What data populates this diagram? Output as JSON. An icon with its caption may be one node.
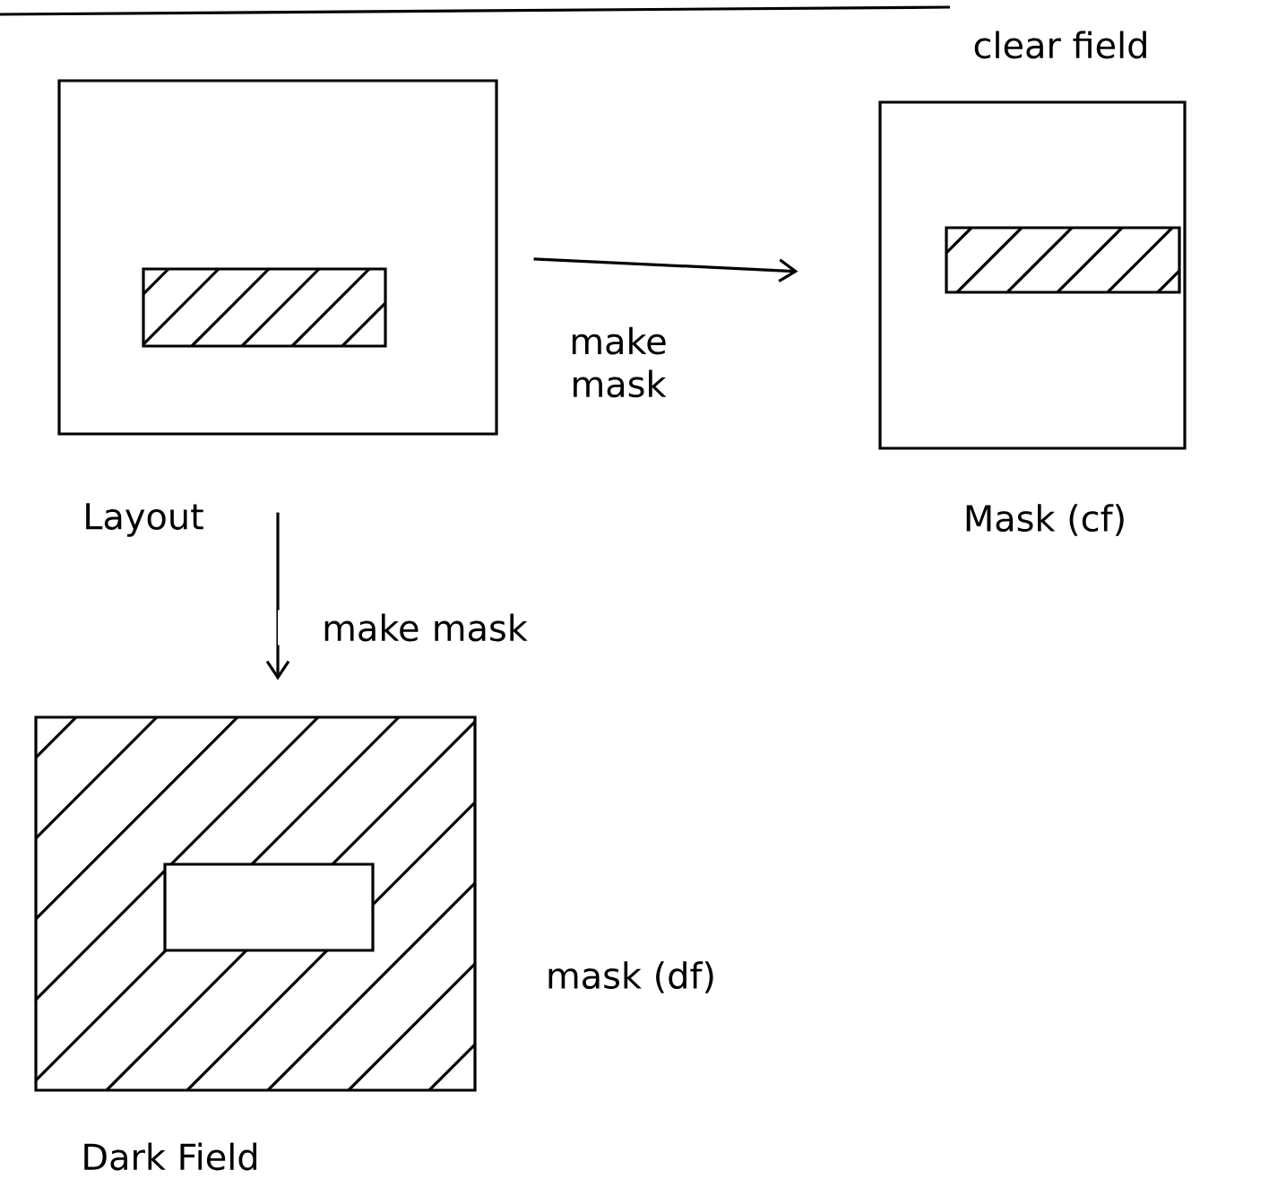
{
  "diagram": {
    "nodes": [
      {
        "text": [
          "Layout"
        ]
      },
      {
        "text": [],
        "shape": "box",
        "in": 0
      },
      {
        "text": [
          "clear field"
        ],
        "beside": [
          "Mask (cf)"
        ]
      },
      {
        "text": [],
        "shape": "box",
        "in": 2
      },
      {
        "text": [
          "Dark Field"
        ],
        "beside": [
          "mask (df)"
        ]
      },
      {
        "text": [],
        "shape": "box",
        "in": 4
      }
    ],
    "edges": [
      {
        "from": 0,
        "to": 2,
        "arrow": "to",
        "label": "make mask"
      },
      {
        "from": 0,
        "to": 4,
        "arrow": "to",
        "label": "make mask"
      }
    ]
  }
}
